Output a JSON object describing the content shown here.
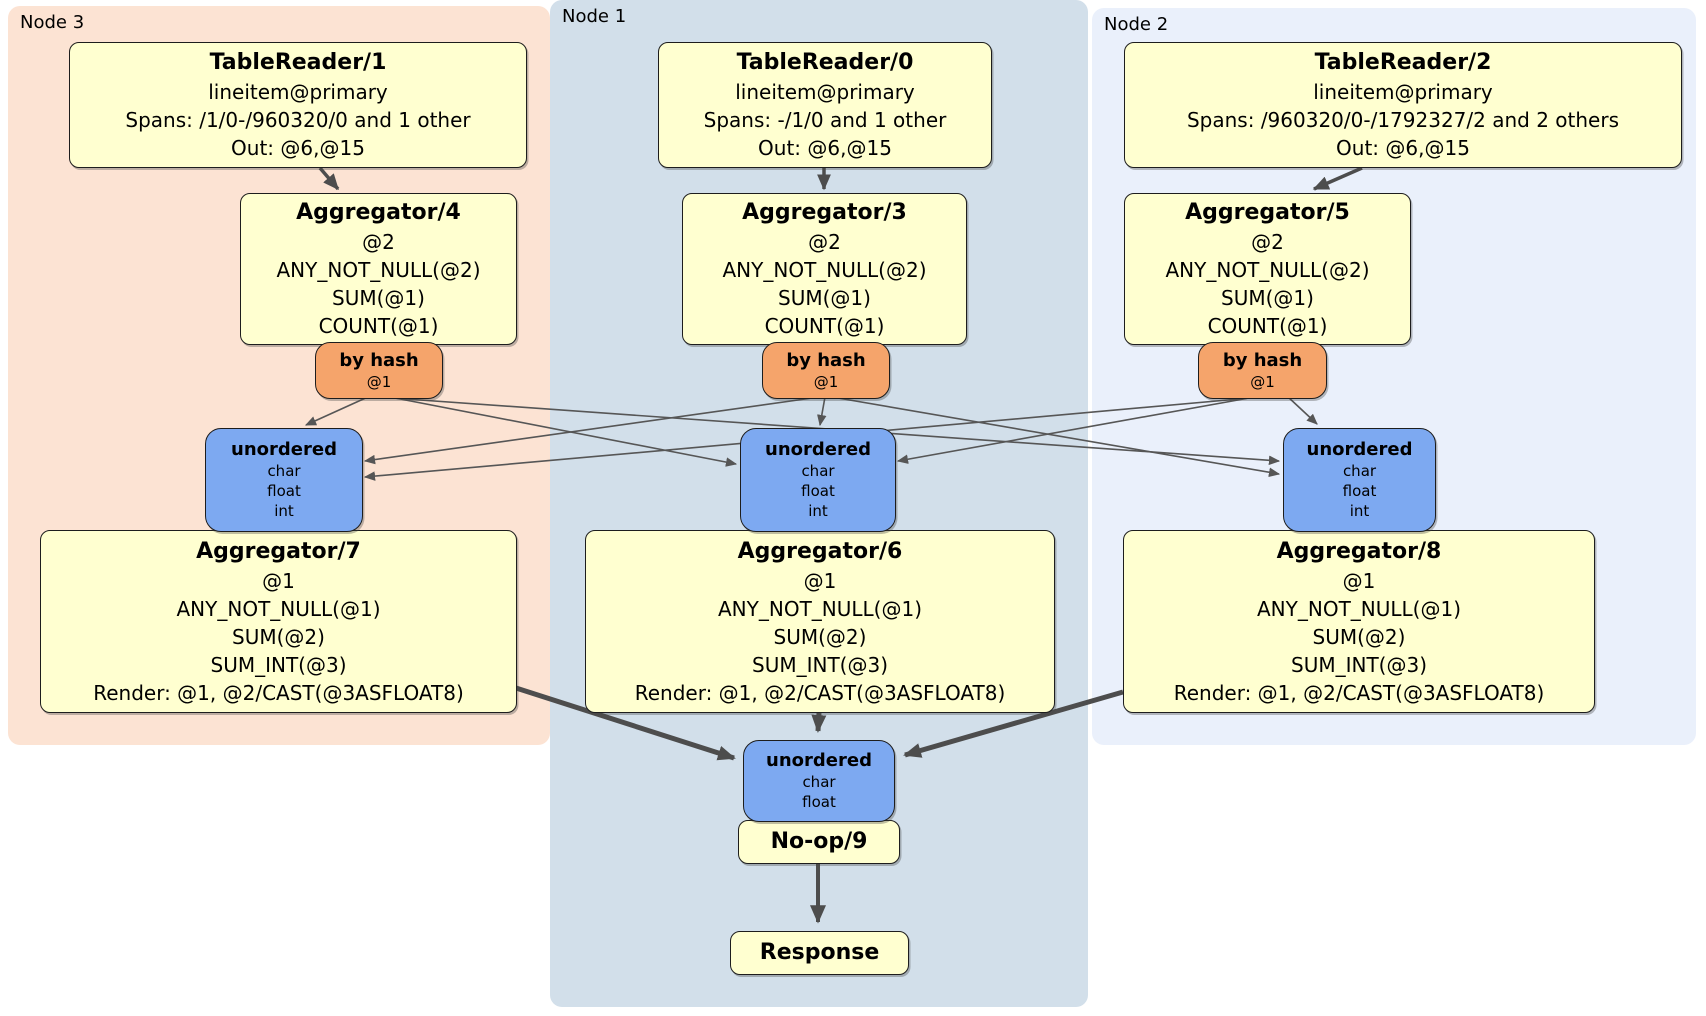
{
  "panels": {
    "node3": {
      "label": "Node 3"
    },
    "node1": {
      "label": "Node 1"
    },
    "node2": {
      "label": "Node 2"
    }
  },
  "processors": {
    "tr1": {
      "title": "TableReader/1",
      "lines": [
        "lineitem@primary",
        "Spans: /1/0-/960320/0 and 1 other",
        "Out: @6,@15"
      ]
    },
    "tr0": {
      "title": "TableReader/0",
      "lines": [
        "lineitem@primary",
        "Spans: -/1/0 and 1 other",
        "Out: @6,@15"
      ]
    },
    "tr2": {
      "title": "TableReader/2",
      "lines": [
        "lineitem@primary",
        "Spans: /960320/0-/1792327/2 and 2 others",
        "Out: @6,@15"
      ]
    },
    "agg4": {
      "title": "Aggregator/4",
      "lines": [
        "@2",
        "ANY_NOT_NULL(@2)",
        "SUM(@1)",
        "COUNT(@1)"
      ]
    },
    "agg3": {
      "title": "Aggregator/3",
      "lines": [
        "@2",
        "ANY_NOT_NULL(@2)",
        "SUM(@1)",
        "COUNT(@1)"
      ]
    },
    "agg5": {
      "title": "Aggregator/5",
      "lines": [
        "@2",
        "ANY_NOT_NULL(@2)",
        "SUM(@1)",
        "COUNT(@1)"
      ]
    },
    "agg7": {
      "title": "Aggregator/7",
      "lines": [
        "@1",
        "ANY_NOT_NULL(@1)",
        "SUM(@2)",
        "SUM_INT(@3)",
        "Render: @1, @2/CAST(@3ASFLOAT8)"
      ]
    },
    "agg6": {
      "title": "Aggregator/6",
      "lines": [
        "@1",
        "ANY_NOT_NULL(@1)",
        "SUM(@2)",
        "SUM_INT(@3)",
        "Render: @1, @2/CAST(@3ASFLOAT8)"
      ]
    },
    "agg8": {
      "title": "Aggregator/8",
      "lines": [
        "@1",
        "ANY_NOT_NULL(@1)",
        "SUM(@2)",
        "SUM_INT(@3)",
        "Render: @1, @2/CAST(@3ASFLOAT8)"
      ]
    },
    "noop": {
      "title": "No-op/9"
    },
    "response": {
      "title": "Response"
    }
  },
  "routers": {
    "hash_left": {
      "title": "by hash",
      "lines": [
        "@1"
      ]
    },
    "hash_center": {
      "title": "by hash",
      "lines": [
        "@1"
      ]
    },
    "hash_right": {
      "title": "by hash",
      "lines": [
        "@1"
      ]
    }
  },
  "syncs": {
    "sync_left": {
      "title": "unordered",
      "lines": [
        "char",
        "float",
        "int"
      ]
    },
    "sync_center": {
      "title": "unordered",
      "lines": [
        "char",
        "float",
        "int"
      ]
    },
    "sync_right": {
      "title": "unordered",
      "lines": [
        "char",
        "float",
        "int"
      ]
    },
    "sync_bottom": {
      "title": "unordered",
      "lines": [
        "char",
        "float"
      ]
    }
  },
  "colors": {
    "node3_panel": "#fce3d3",
    "node1_panel": "#d2dfea",
    "node2_panel": "#eaf0fb",
    "processor_box": "#ffffd0",
    "router_box": "#f5a46b",
    "sync_box": "#7da9f1",
    "edge": "#4d4d4d"
  }
}
